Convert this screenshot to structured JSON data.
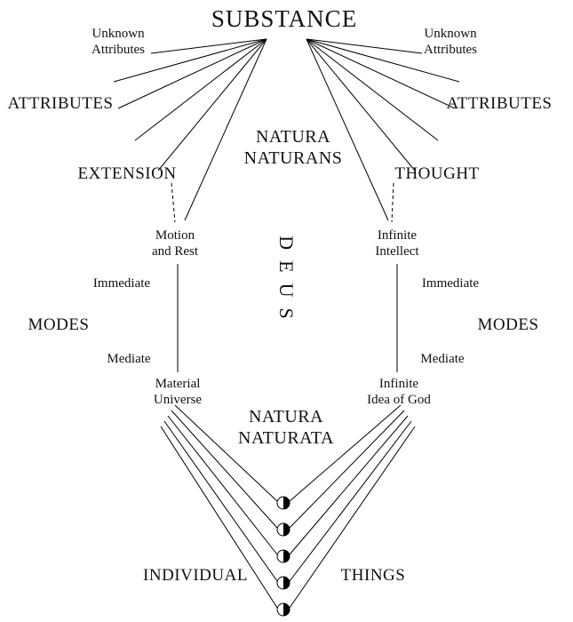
{
  "colors": {
    "background": "#ffffff",
    "line": "#000000",
    "text": "#000000"
  },
  "diagram": {
    "substance": "SUBSTANCE",
    "natura_naturans": "NATURA\nNATURANS",
    "deus": "DEUS",
    "natura_naturata": "NATURA\nNATURATA",
    "individual": "INDIVIDUAL",
    "things": "THINGS",
    "left": {
      "unknown_attributes": "Unknown\nAttributes",
      "attributes": "ATTRIBUTES",
      "extension": "EXTENSION",
      "immediate_mode": "Motion\nand Rest",
      "immediate": "Immediate",
      "modes": "MODES",
      "mediate": "Mediate",
      "mediate_mode": "Material\nUniverse"
    },
    "right": {
      "unknown_attributes": "Unknown\nAttributes",
      "attributes": "ATTRIBUTES",
      "thought": "THOUGHT",
      "immediate_mode": "Infinite\nIntellect",
      "immediate": "Immediate",
      "modes": "MODES",
      "mediate": "Mediate",
      "mediate_mode": "Infinite\nIdea of God"
    }
  }
}
